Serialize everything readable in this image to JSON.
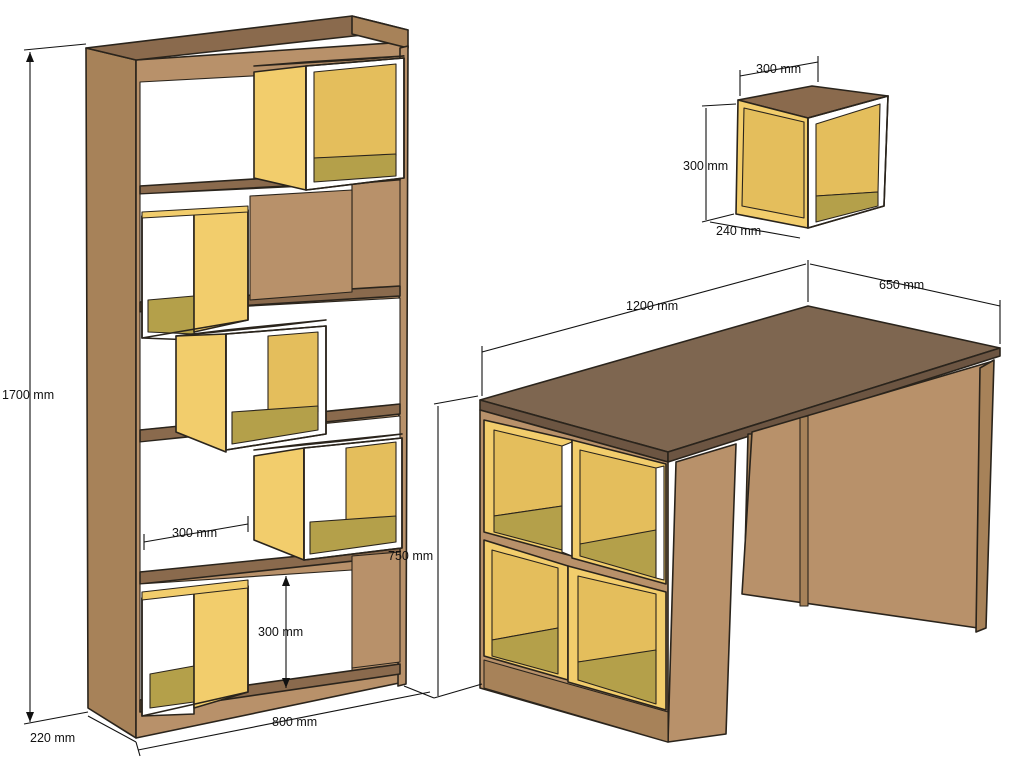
{
  "colors": {
    "wood_face": "#b8916a",
    "wood_side": "#a78259",
    "wood_top": "#8a6a4d",
    "desk_top": "#7e6650",
    "cube_yellow": "#f2cd6c",
    "cube_inner": "#e4be5c",
    "cube_floor": "#b4a04a",
    "outline": "#2a241c"
  },
  "dimensions": {
    "bookcase_height": "1700 mm",
    "bookcase_depth": "220 mm",
    "bookcase_width": "800 mm",
    "inner_cube_width": "300 mm",
    "inner_cube_height": "300 mm",
    "desk_width": "1200 mm",
    "desk_depth": "650 mm",
    "desk_height": "750 mm",
    "cube_width": "300 mm",
    "cube_height": "300 mm",
    "cube_depth": "240 mm"
  }
}
